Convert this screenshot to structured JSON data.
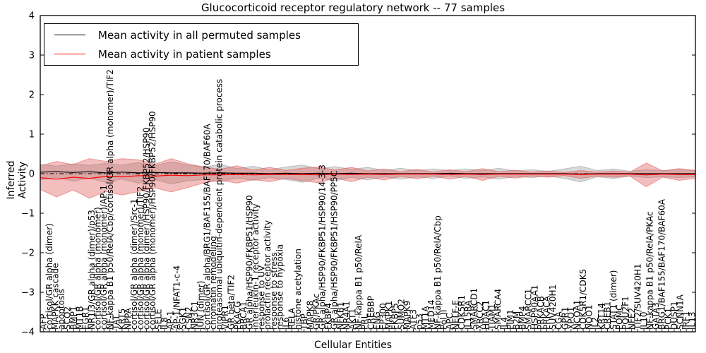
{
  "title": "Glucocorticoid receptor regulatory network -- 77 samples",
  "chart_data": {
    "type": "line",
    "title": "Glucocorticoid receptor regulatory network -- 77 samples",
    "xlabel": "Cellular Entities",
    "ylabel": "Inferred Activity",
    "ylim": [
      -4,
      4
    ],
    "grid": false,
    "legend_position": "upper left",
    "yticks": [
      {
        "value": 4,
        "label": "4"
      },
      {
        "value": 3,
        "label": "3"
      },
      {
        "value": 2,
        "label": "2"
      },
      {
        "value": 1,
        "label": "1"
      },
      {
        "value": 0,
        "label": "0"
      },
      {
        "value": -1,
        "label": "−1"
      },
      {
        "value": -2,
        "label": "−2"
      },
      {
        "value": -3,
        "label": "−3"
      },
      {
        "value": -4,
        "label": "−4"
      }
    ],
    "categories": [
      "AFP",
      "cortisol/GR alpha (dimer)",
      "MAPKK cascade",
      "apoptosis",
      "SCO2",
      "BMP1",
      "MT1B",
      "EGR1",
      "NR1I3/GR alpha (dimer)/p53",
      "cortisol/GR alpha (monomer)",
      "cortisol/GR alpha (monomer)/AP-1",
      "NF-kappa B1 p50/RelA/Cbp/cortisol/GR alpha (monomer)/TIF2",
      "TAT",
      "KRT5",
      "NPPA",
      "cortisol/GR alpha (dimer)/Src-1",
      "cortisol/GR alpha (monomer)/TIF2",
      "cortisol/GR alpha (dimer)/HSP90/FKBP52/HSP90",
      "cortisol/GR alpha (monomer)/HSP90/FKBP52/HSP90",
      "SELE",
      "IL8",
      "AP-1",
      "AP-1/NFAT1-c-4",
      "SGK1",
      "CSN2",
      "NR3C1",
      "JUN (dimer)",
      "cortisol/GR alpha/BRG1/BAF155/BAF170/BAF60A",
      "chromatin remodeling",
      "proteasomal ubiquitin-dependent protein catabolic process",
      "VIPR1",
      "GR beta/TIF2",
      "PKACG",
      "BRCA1",
      "GR alpha/HSP90/FKBP51/HSP90",
      "interleukin-1 receptor activity",
      "response to UV",
      "prolactin receptor activity",
      "response to stress",
      "response to hypoxia",
      "IL6",
      "RELA",
      "histone acetylation",
      "TBP",
      "MAPK8",
      "GR/PKAc",
      "GR alpha/HSP90/FKBP51/HSP90/14-3-3",
      "FKBP4",
      "GR alpha/HSP90/FKBP51/HSP90/PP5C",
      "NFKB1",
      "NR4A1",
      "AKT1",
      "NF-kappa B1 p50/RelA",
      "PRL",
      "CREBBP",
      "ENG",
      "EP300",
      "MAPK1",
      "FKBP5",
      "SUMO2",
      "MAPK9",
      "ATF3",
      "p53",
      "MT1A",
      "MED14",
      "NF-kappa B1 p50/RelA/Cbp",
      "Pol II",
      "APC",
      "NELF-E",
      "CDK5R1",
      "IL15RA",
      "SMARCD1",
      "XRCC2",
      "HDAC1",
      "TIAM1",
      "SMARCA4",
      "IL4",
      "PIM1",
      "B2M",
      "BMP4",
      "SMARCC1",
      "HSP90AA1",
      "PRKACB",
      "PRKACA",
      "SUV420H1",
      "CGA",
      "GPR1",
      "XPO1",
      "NCOA1",
      "CDK5R1/CDK5",
      "NQO1",
      "IL2",
      "KRT14",
      "CREB1",
      "STAT1 (dimer)",
      "POMC",
      "POU2F1",
      "NFE2",
      "TIF2/SUV420H1",
      "IL10",
      "NF-kappa B1 p50/RelA/PKAc",
      "GATA3",
      "BRG1/BAF155/BAF170/BAF60A",
      "PCK1",
      "DUSP1",
      "SCNN1A",
      "IRF1",
      "IL13"
    ],
    "band_x": [
      0,
      0.025,
      0.05,
      0.075,
      0.1,
      0.125,
      0.15,
      0.175,
      0.2,
      0.225,
      0.25,
      0.275,
      0.3,
      0.325,
      0.35,
      0.375,
      0.4,
      0.425,
      0.45,
      0.475,
      0.5,
      0.525,
      0.55,
      0.575,
      0.6,
      0.625,
      0.65,
      0.675,
      0.7,
      0.725,
      0.75,
      0.775,
      0.8,
      0.825,
      0.85,
      0.875,
      0.9,
      0.925,
      0.95,
      0.975,
      1
    ],
    "series": [
      {
        "name": "Mean activity in all permuted samples",
        "color": "#000000",
        "mean": [
          0.04,
          0.05,
          0.03,
          0.05,
          0.02,
          0.04,
          0.02,
          0.03,
          0.02,
          0.02,
          0.01,
          0.02,
          0.01,
          0.01,
          0,
          0.01,
          0,
          0.01,
          0,
          0.01,
          0,
          0,
          0,
          0,
          0,
          0.01,
          0,
          0,
          0,
          0,
          0,
          0,
          0,
          -0.01,
          0,
          0,
          0,
          0,
          0,
          0,
          0
        ],
        "band_half": [
          0.2,
          0.14,
          0.22,
          0.16,
          0.24,
          0.18,
          0.26,
          0.18,
          0.28,
          0.2,
          0.16,
          0.22,
          0.12,
          0.18,
          0.1,
          0.16,
          0.22,
          0.12,
          0.18,
          0.1,
          0.16,
          0.08,
          0.14,
          0.08,
          0.12,
          0.07,
          0.12,
          0.08,
          0.14,
          0.07,
          0.1,
          0.06,
          0.12,
          0.2,
          0.08,
          0.12,
          0.06,
          0.1,
          0.08,
          0.1,
          0.08
        ],
        "band_color": "#999999"
      },
      {
        "name": "Mean activity in patient samples",
        "color": "#ff0000",
        "mean": [
          -0.1,
          -0.14,
          -0.09,
          -0.12,
          -0.07,
          -0.08,
          -0.05,
          -0.06,
          -0.04,
          -0.05,
          -0.03,
          -0.03,
          -0.02,
          -0.03,
          -0.02,
          -0.02,
          -0.02,
          -0.03,
          -0.01,
          -0.02,
          -0.01,
          -0.02,
          -0.01,
          -0.01,
          -0.01,
          -0.02,
          -0.01,
          -0.02,
          -0.01,
          -0.01,
          -0.01,
          -0.01,
          -0.01,
          -0.02,
          -0.01,
          -0.01,
          -0.01,
          -0.03,
          -0.01,
          -0.02,
          -0.02
        ],
        "band_half": [
          0.3,
          0.45,
          0.32,
          0.5,
          0.38,
          0.46,
          0.4,
          0.3,
          0.42,
          0.3,
          0.2,
          0.14,
          0.22,
          0.12,
          0.18,
          0.1,
          0.16,
          0.2,
          0.1,
          0.18,
          0.08,
          0.14,
          0.06,
          0.12,
          0.05,
          0.12,
          0.06,
          0.15,
          0.06,
          0.1,
          0.05,
          0.08,
          0.04,
          0.1,
          0.05,
          0.08,
          0.05,
          0.3,
          0.08,
          0.15,
          0.1
        ],
        "band_color": "#e05555"
      }
    ],
    "zero_line": {
      "value": 0,
      "color": "#000000",
      "style": "dash-dot"
    }
  }
}
